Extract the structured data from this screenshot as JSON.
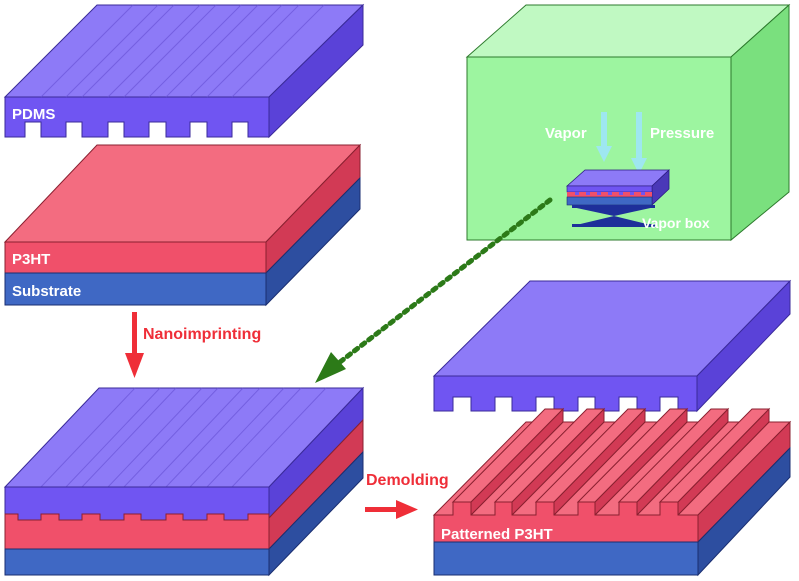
{
  "labels": {
    "pdms": "PDMS",
    "p3ht": "P3HT",
    "substrate": "Substrate",
    "nanoimprinting": "Nanoimprinting",
    "vapor": "Vapor",
    "pressure": "Pressure",
    "vapor_box": "Vapor box",
    "demolding": "Demolding",
    "patterned_p3ht": "Patterned P3HT"
  },
  "colors": {
    "pdms": "#7055f2",
    "p3ht": "#f0506a",
    "substrate": "#3f68c4",
    "vapor_box": "#9df5a0",
    "arrow_red": "#ef2e38",
    "arrow_green": "#2c7a18",
    "vapor_arrow": "#9ee7f0"
  }
}
